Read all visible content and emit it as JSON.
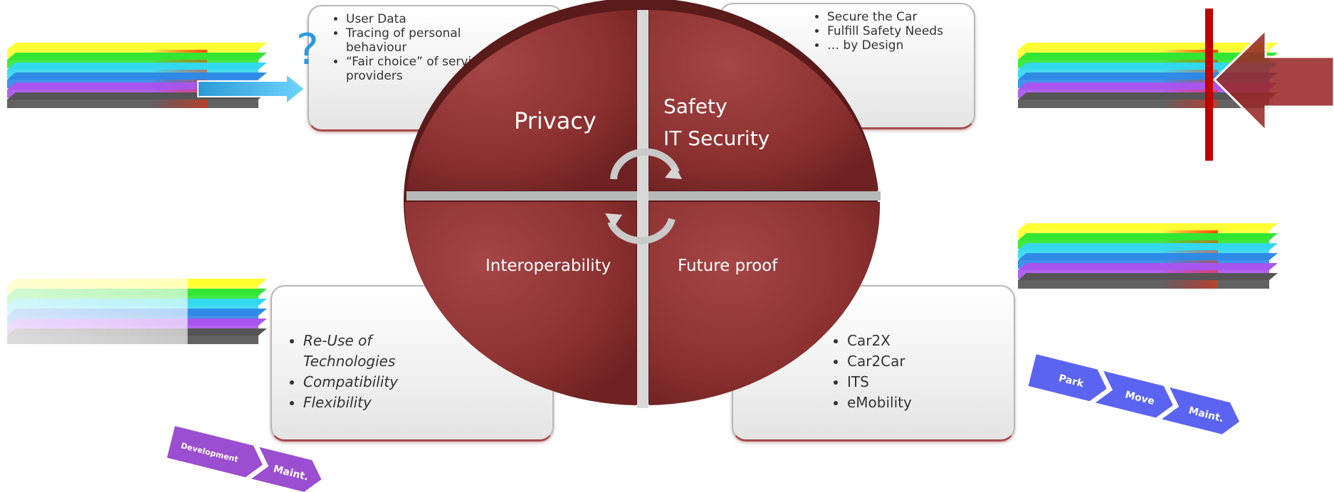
{
  "quadrants": {
    "top_left": "Privacy",
    "top_right": {
      "line1": "Safety",
      "line2": "IT Security"
    },
    "bottom_left": "Interoperability",
    "bottom_right": "Future proof"
  },
  "boxes": {
    "top_left": [
      "User Data",
      "Tracing of personal behaviour",
      "“Fair choice” of service providers"
    ],
    "top_right": [
      "Secure the Car",
      "Fulfill Safety Needs",
      "… by Design"
    ],
    "bottom_left": [
      "Re-Use of Technologies",
      "Compatibility",
      "Flexibility"
    ],
    "bottom_right": [
      "Car2X",
      "Car2Car",
      "ITS",
      "eMobility"
    ]
  },
  "question_mark": "?",
  "chevrons": {
    "bottom_right": [
      "Park",
      "Move",
      "Maint."
    ],
    "bottom_left": [
      "Development",
      "Maint."
    ]
  },
  "colors": {
    "disc": "#8a2f2f",
    "disc_highlight": "#a64646",
    "chevron_blue": "#5a64f0",
    "chevron_purple": "#9b4fd0",
    "arrow_cyan": "#43bff0",
    "stop_line": "#c00000",
    "stack_layers": [
      "#ffff33",
      "#33e633",
      "#33d8ee",
      "#2f8ae6",
      "#a855ee",
      "#555555"
    ]
  }
}
